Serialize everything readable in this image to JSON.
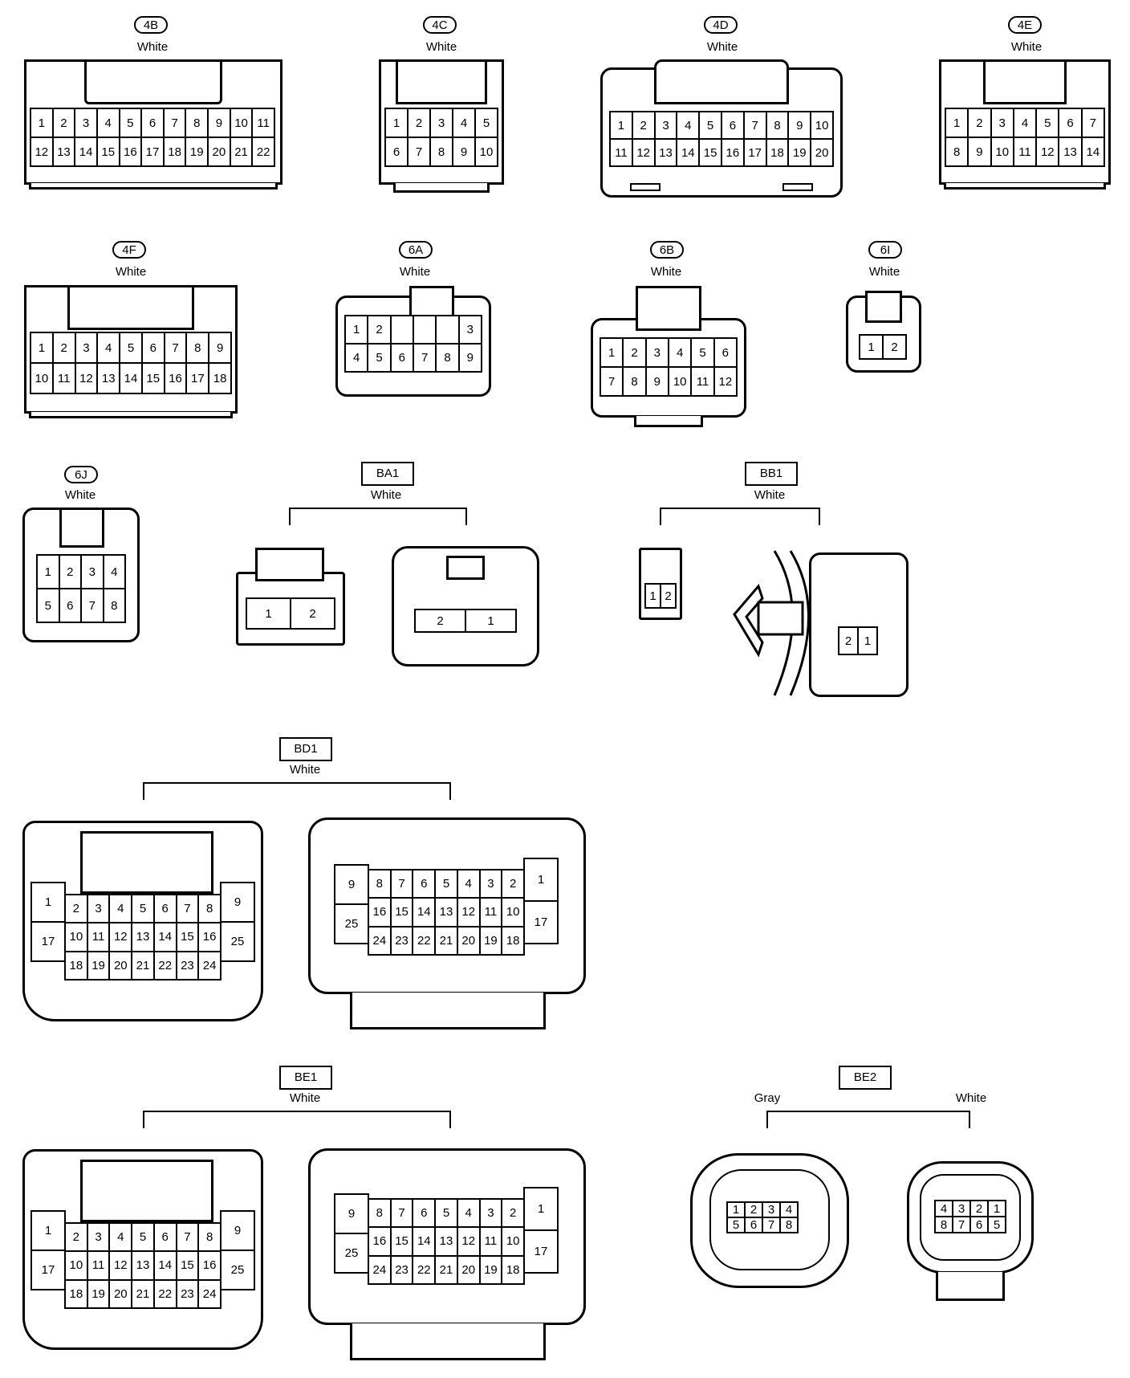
{
  "connectors": {
    "c4B": {
      "label": "4B",
      "color": "White",
      "row1": [
        "1",
        "2",
        "3",
        "4",
        "5",
        "6",
        "7",
        "8",
        "9",
        "10",
        "11"
      ],
      "row2": [
        "12",
        "13",
        "14",
        "15",
        "16",
        "17",
        "18",
        "19",
        "20",
        "21",
        "22"
      ]
    },
    "c4C": {
      "label": "4C",
      "color": "White",
      "row1": [
        "1",
        "2",
        "3",
        "4",
        "5"
      ],
      "row2": [
        "6",
        "7",
        "8",
        "9",
        "10"
      ]
    },
    "c4D": {
      "label": "4D",
      "color": "White",
      "row1": [
        "1",
        "2",
        "3",
        "4",
        "5",
        "6",
        "7",
        "8",
        "9",
        "10"
      ],
      "row2": [
        "11",
        "12",
        "13",
        "14",
        "15",
        "16",
        "17",
        "18",
        "19",
        "20"
      ]
    },
    "c4E": {
      "label": "4E",
      "color": "White",
      "row1": [
        "1",
        "2",
        "3",
        "4",
        "5",
        "6",
        "7"
      ],
      "row2": [
        "8",
        "9",
        "10",
        "11",
        "12",
        "13",
        "14"
      ]
    },
    "c4F": {
      "label": "4F",
      "color": "White",
      "row1": [
        "1",
        "2",
        "3",
        "4",
        "5",
        "6",
        "7",
        "8",
        "9"
      ],
      "row2": [
        "10",
        "11",
        "12",
        "13",
        "14",
        "15",
        "16",
        "17",
        "18"
      ]
    },
    "c6A": {
      "label": "6A",
      "color": "White",
      "row1": [
        "1",
        "2",
        "",
        "",
        "",
        "3"
      ],
      "row2": [
        "4",
        "5",
        "6",
        "7",
        "8",
        "9"
      ]
    },
    "c6B": {
      "label": "6B",
      "color": "White",
      "row1": [
        "1",
        "2",
        "3",
        "4",
        "5",
        "6"
      ],
      "row2": [
        "7",
        "8",
        "9",
        "10",
        "11",
        "12"
      ]
    },
    "c6I": {
      "label": "6I",
      "color": "White",
      "row1": [
        "1",
        "2"
      ]
    },
    "c6J": {
      "label": "6J",
      "color": "White",
      "row1": [
        "1",
        "2",
        "3",
        "4"
      ],
      "row2": [
        "5",
        "6",
        "7",
        "8"
      ]
    },
    "cBA1": {
      "label": "BA1",
      "color": "White",
      "left": [
        "1",
        "2"
      ],
      "right": [
        "2",
        "1"
      ]
    },
    "cBB1": {
      "label": "BB1",
      "color": "White",
      "left": [
        "1",
        "2"
      ],
      "right": [
        "2",
        "1"
      ]
    },
    "cBD1": {
      "label": "BD1",
      "color": "White",
      "left": {
        "side_l": [
          "1",
          "17"
        ],
        "row1": [
          "2",
          "3",
          "4",
          "5",
          "6",
          "7",
          "8"
        ],
        "row2": [
          "10",
          "11",
          "12",
          "13",
          "14",
          "15",
          "16"
        ],
        "row3": [
          "18",
          "19",
          "20",
          "21",
          "22",
          "23",
          "24"
        ],
        "side_r": [
          "9",
          "25"
        ]
      },
      "right": {
        "side_l": [
          "9",
          "25"
        ],
        "row1": [
          "8",
          "7",
          "6",
          "5",
          "4",
          "3",
          "2"
        ],
        "row2": [
          "16",
          "15",
          "14",
          "13",
          "12",
          "11",
          "10"
        ],
        "row3": [
          "24",
          "23",
          "22",
          "21",
          "20",
          "19",
          "18"
        ],
        "side_r": [
          "1",
          "17"
        ]
      }
    },
    "cBE1": {
      "label": "BE1",
      "color": "White",
      "left": {
        "side_l": [
          "1",
          "17"
        ],
        "row1": [
          "2",
          "3",
          "4",
          "5",
          "6",
          "7",
          "8"
        ],
        "row2": [
          "10",
          "11",
          "12",
          "13",
          "14",
          "15",
          "16"
        ],
        "row3": [
          "18",
          "19",
          "20",
          "21",
          "22",
          "23",
          "24"
        ],
        "side_r": [
          "9",
          "25"
        ]
      },
      "right": {
        "side_l": [
          "9",
          "25"
        ],
        "row1": [
          "8",
          "7",
          "6",
          "5",
          "4",
          "3",
          "2"
        ],
        "row2": [
          "16",
          "15",
          "14",
          "13",
          "12",
          "11",
          "10"
        ],
        "row3": [
          "24",
          "23",
          "22",
          "21",
          "20",
          "19",
          "18"
        ],
        "side_r": [
          "1",
          "17"
        ]
      }
    },
    "cBE2": {
      "label": "BE2",
      "color_left": "Gray",
      "color_right": "White",
      "left": {
        "row1": [
          "1",
          "2",
          "3",
          "4"
        ],
        "row2": [
          "5",
          "6",
          "7",
          "8"
        ]
      },
      "right": {
        "row1": [
          "4",
          "3",
          "2",
          "1"
        ],
        "row2": [
          "8",
          "7",
          "6",
          "5"
        ]
      }
    }
  }
}
